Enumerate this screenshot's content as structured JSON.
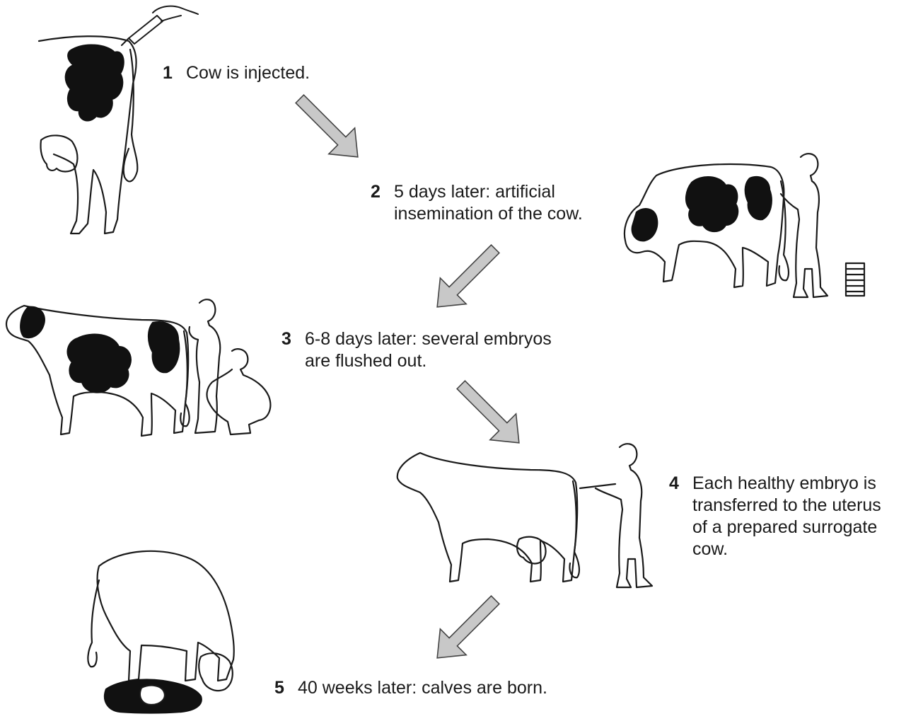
{
  "colors": {
    "ink": "#1a1a1a",
    "patch": "#111111",
    "arrow_fill": "#c8c8c8",
    "arrow_stroke": "#444444"
  },
  "steps": [
    {
      "number": "1",
      "lines": [
        "Cow is injected."
      ]
    },
    {
      "number": "2",
      "lines": [
        "5 days later: artificial",
        "insemination of the cow."
      ]
    },
    {
      "number": "3",
      "lines": [
        "6-8 days later: several embryos",
        "are flushed out."
      ]
    },
    {
      "number": "4",
      "lines": [
        "Each healthy embryo is",
        "transferred to the uterus",
        "of a prepared surrogate",
        "cow."
      ]
    },
    {
      "number": "5",
      "lines": [
        "40 weeks later: calves are born."
      ]
    }
  ],
  "arrows": [
    {
      "from_step": "1",
      "to_step": "2",
      "direction": "down-right"
    },
    {
      "from_step": "2",
      "to_step": "3",
      "direction": "down-left"
    },
    {
      "from_step": "3",
      "to_step": "4",
      "direction": "down-right"
    },
    {
      "from_step": "4",
      "to_step": "5",
      "direction": "down-left"
    }
  ],
  "illustrations": [
    {
      "id": "injected-cow",
      "depicts": "cow-icon",
      "step": "1"
    },
    {
      "id": "injecting-hand",
      "depicts": "syringe-icon",
      "step": "1"
    },
    {
      "id": "insemination-scene",
      "depicts": "cow-icon",
      "step": "2"
    },
    {
      "id": "flushing-scene",
      "depicts": "cow-icon",
      "step": "3"
    },
    {
      "id": "surrogate-scene",
      "depicts": "cow-icon",
      "step": "4"
    },
    {
      "id": "calving-scene",
      "depicts": "cow-and-calf-icon",
      "step": "5"
    }
  ]
}
